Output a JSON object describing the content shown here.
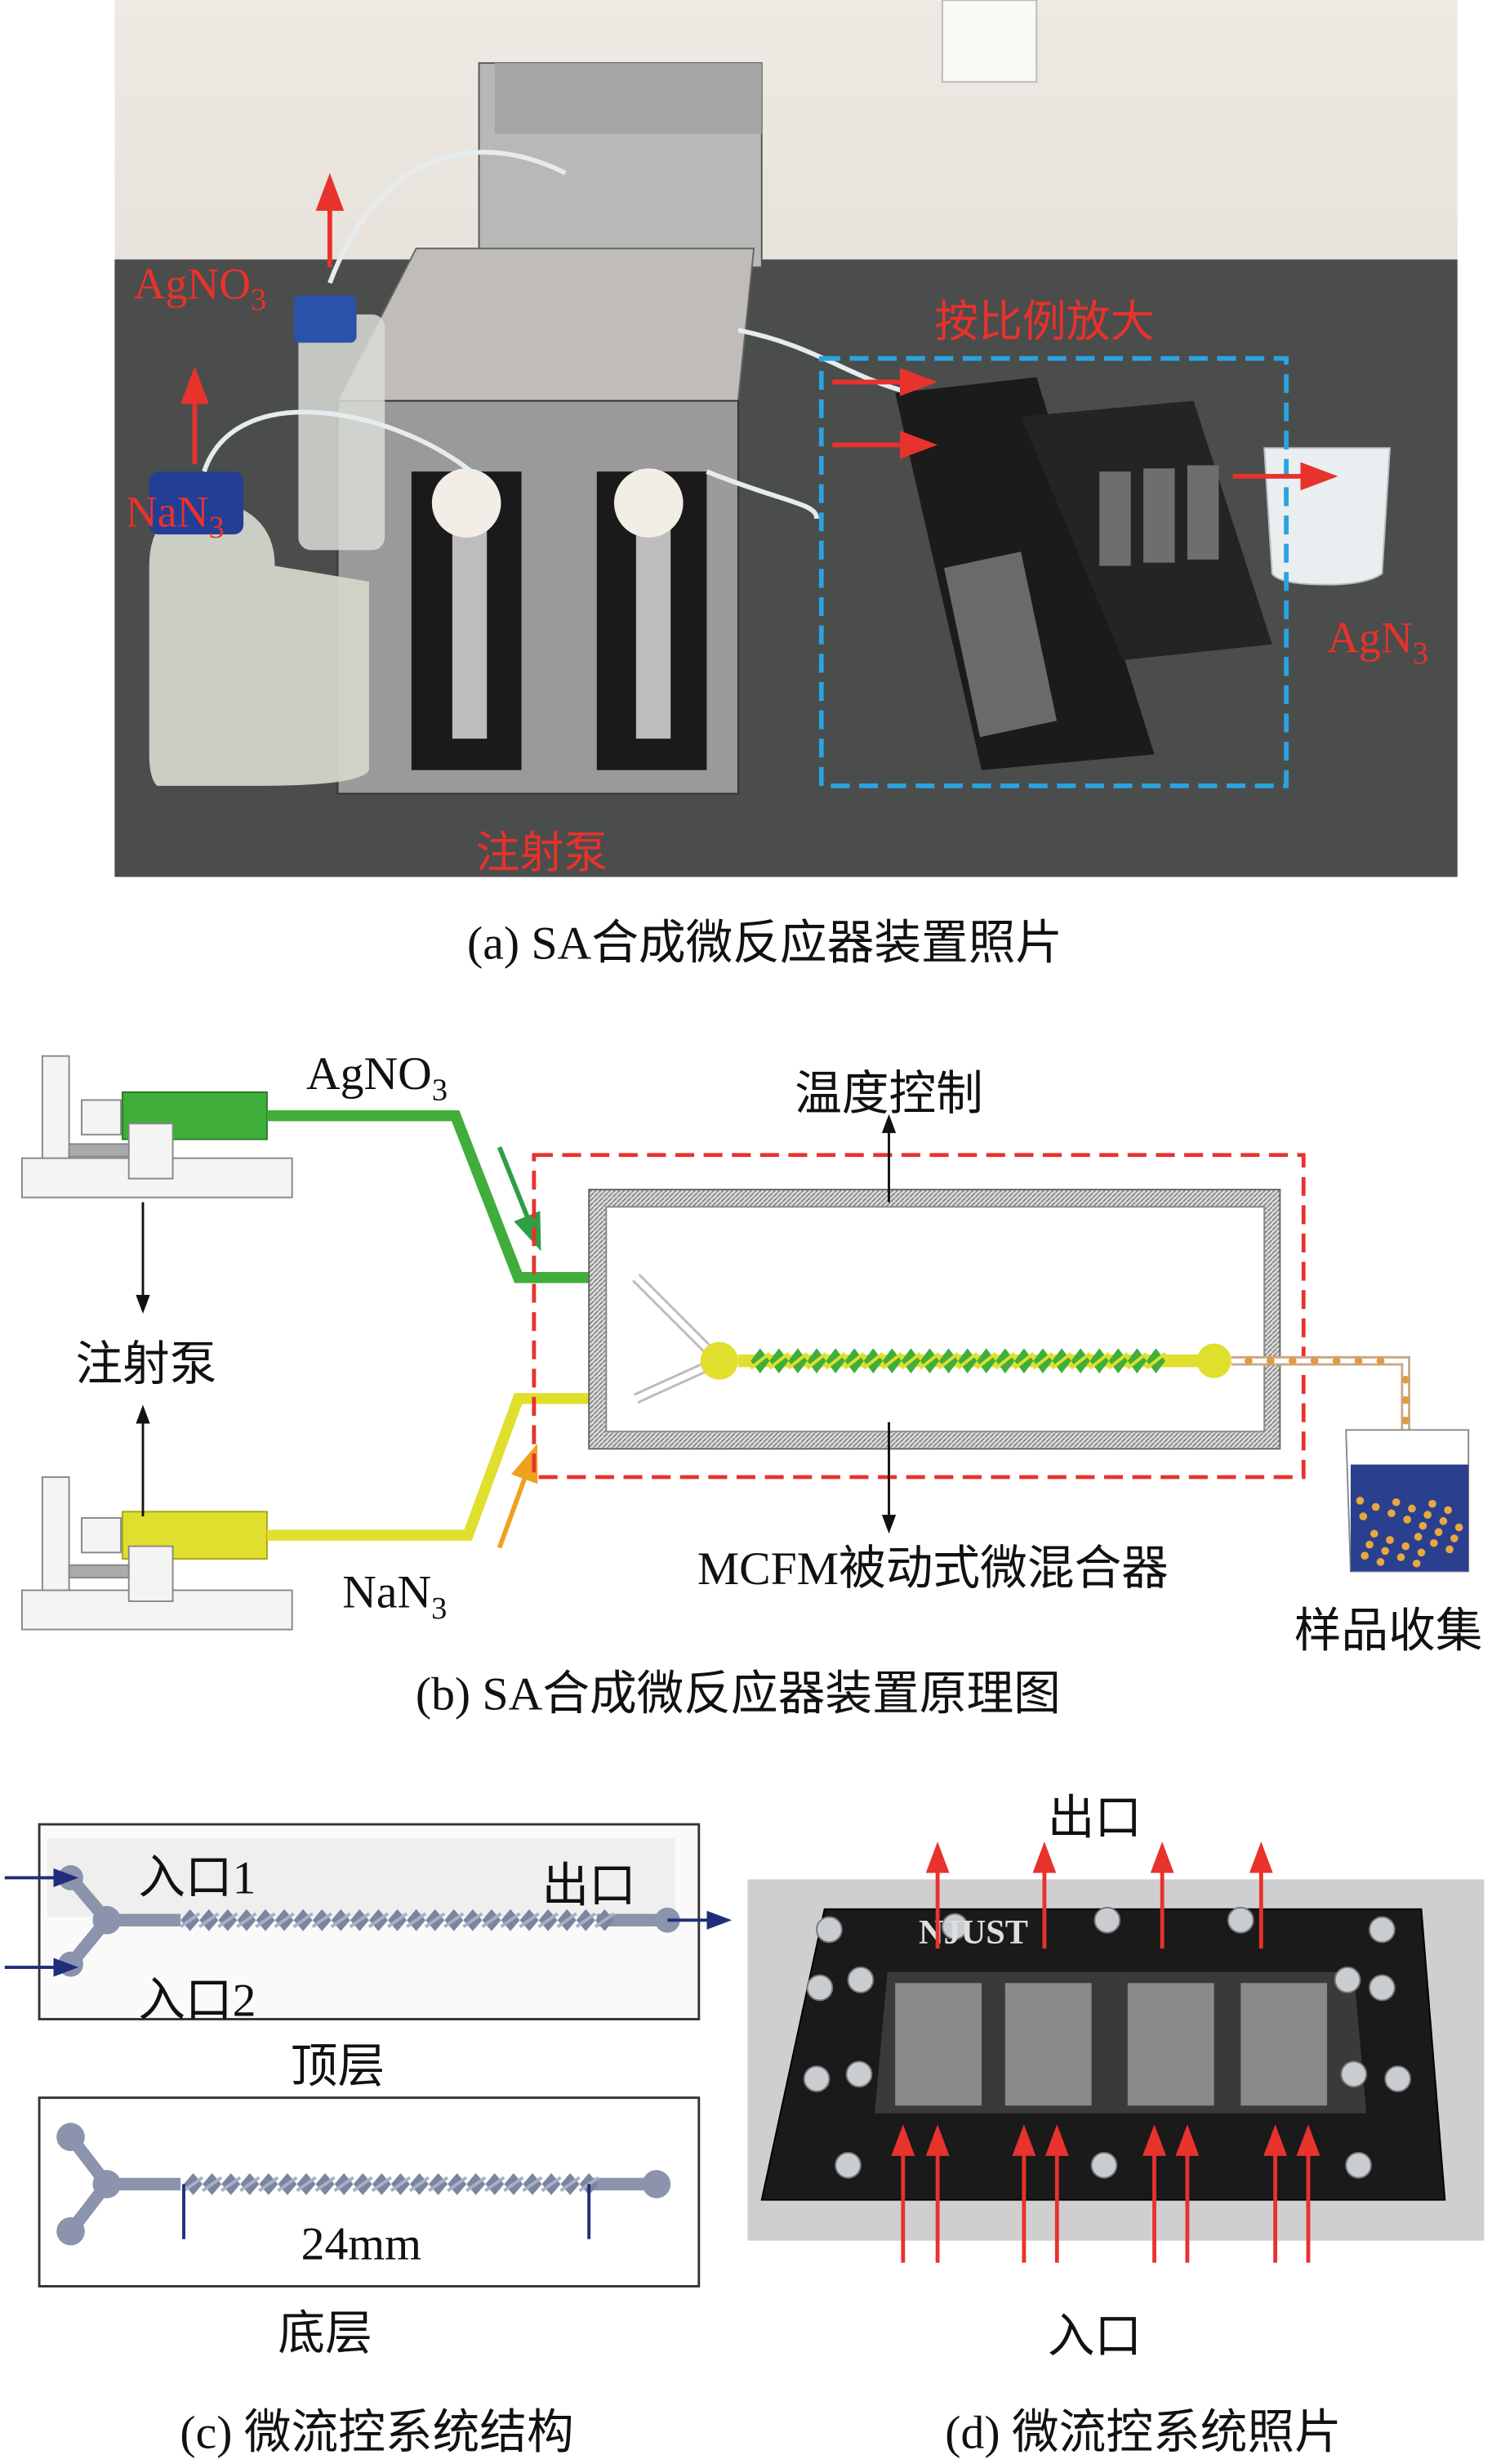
{
  "panel_a": {
    "caption": "(a) SA合成微反应器装置照片",
    "labels": {
      "agno3": {
        "base": "AgNO",
        "sub": "3"
      },
      "nan3": {
        "base": "NaN",
        "sub": "3"
      },
      "scale_up": "按比例放大",
      "agn3": {
        "base": "AgN",
        "sub": "3"
      },
      "syringe_pump": "注射泵"
    }
  },
  "panel_b": {
    "caption": "(b) SA合成微反应器装置原理图",
    "labels": {
      "agno3": {
        "base": "AgNO",
        "sub": "3"
      },
      "nan3": {
        "base": "NaN",
        "sub": "3"
      },
      "temperature_control": "温度控制",
      "syringe_pump": "注射泵",
      "mixer": "MCFM被动式微混合器",
      "sample_collection": "样品收集"
    }
  },
  "panel_c": {
    "caption": "(c) 微流控系统结构",
    "top_layer": {
      "inlet1": "入口1",
      "inlet2": "入口2",
      "outlet": "出口",
      "name": "顶层"
    },
    "bottom_layer": {
      "dimension": "24mm",
      "name": "底层"
    }
  },
  "panel_d": {
    "caption": "(d) 微流控系统照片",
    "outlet": "出口",
    "inlet": "入口",
    "brand": "NJUST"
  },
  "colors": {
    "red_label": "#e8322c",
    "blue_dash": "#2aa3e0",
    "green": "#3fae3a",
    "yellow": "#e0df2e",
    "red_dash": "#e8322c",
    "navy": "#1f2d7a"
  }
}
